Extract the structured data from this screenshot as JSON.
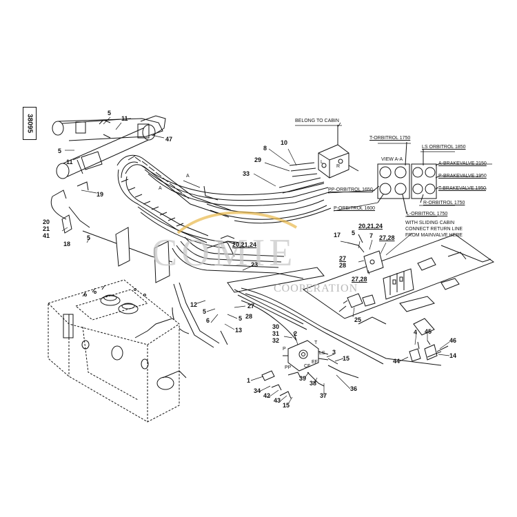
{
  "document": {
    "number": "38095"
  },
  "watermark": {
    "logo": "COMIE",
    "sub": "COOPERATION",
    "arc_color": "#e8b84a",
    "text_color": "#c9c9c9"
  },
  "callouts": {
    "belong_to_cabin": "BELONG TO CABIN",
    "view_aa": "VIEW A-A",
    "sliding_cabin": [
      "WITH SLIDING CABIN",
      "CONNECT RETURN LINE",
      "FROM MAINVALVE HERE"
    ],
    "t_orbitrol": "T-ORBITROL 1750",
    "ls_orbitrol": "LS ORBITROL 1850",
    "a_brakevalve": "A-BRAKEVALVE 2150",
    "p_brakevalve": "P-BRAKEVALVE 1950",
    "t_brakevalve": "T-BRAKEVALVE 1950",
    "r_orbitrol": "R-ORBITROL 1750",
    "l_orbitrol": "L-ORBITROL 1750",
    "pp_orbitrol": "PP-ORBITROL 1650",
    "p_orbitrol": "P-ORBITROL 1600"
  },
  "section_marks": {
    "a1": "A",
    "a2": "A"
  },
  "port_letters": {
    "p": "P",
    "pp": "PP",
    "t": "T",
    "ls": "LS",
    "cf": "CF",
    "ef": "EF",
    "r": "R",
    "l": "L"
  },
  "part_numbers": {
    "n5a": "5",
    "n11a": "11",
    "n5b": "5",
    "n11b": "11",
    "n47": "47",
    "n19": "19",
    "n20_21_41": [
      "20",
      "21",
      "41"
    ],
    "n18": "18",
    "n5c": "5",
    "n8": "8",
    "n10": "10",
    "n29": "29",
    "n33": "33",
    "n17": "17",
    "n5d": "5",
    "n20_21_24a": "20,21,24",
    "n7": "7",
    "n27_28a": "27,28",
    "n27_28b": [
      "27",
      "28"
    ],
    "n27_28c": "27,28",
    "n20_21_24b": "20,21,24",
    "n23": "23",
    "n12": "12",
    "n5e": "5",
    "n6": "6",
    "n27": "27",
    "n5f": "5",
    "n28": "28",
    "n13": "13",
    "n25": "25",
    "n30_31_32": [
      "30",
      "31",
      "32"
    ],
    "n2": "2",
    "n3": "3",
    "n15a": "15",
    "n1": "1",
    "n34": "34",
    "n42": "42",
    "n43": "43",
    "n15b": "15",
    "n39": "39",
    "n38": "38",
    "n37": "37",
    "n36": "36",
    "n4": "4",
    "n45": "45",
    "n46": "46",
    "n44": "44",
    "n14": "14"
  }
}
